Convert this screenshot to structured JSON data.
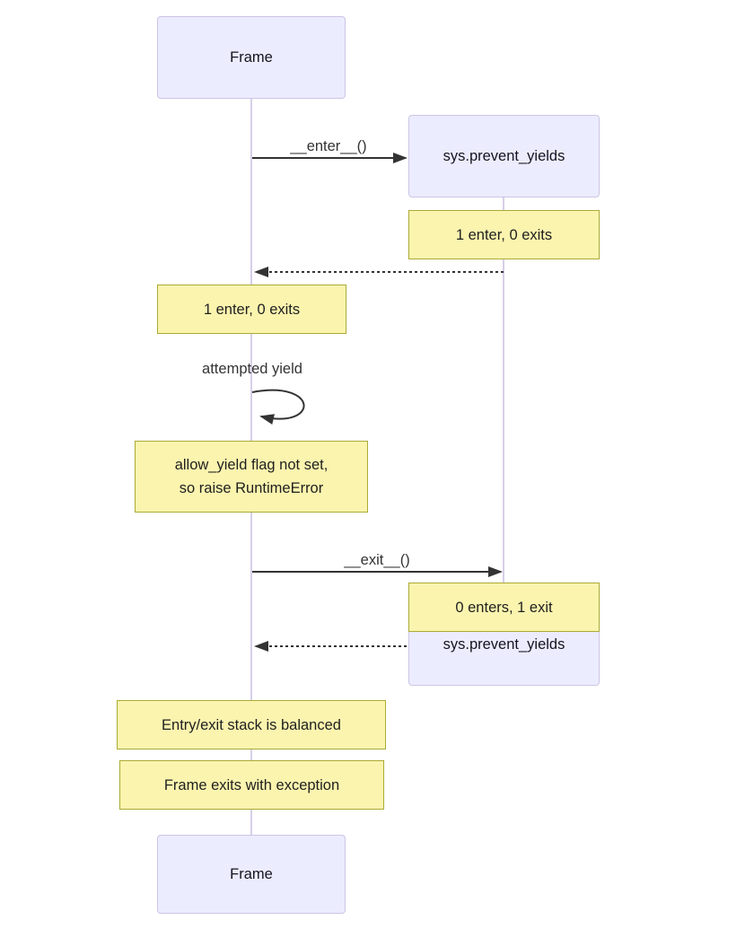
{
  "diagram": {
    "type": "sequence-diagram",
    "colors": {
      "actor_fill": "#ECECFF",
      "actor_border": "#CDC4E4",
      "note_fill": "#FBF4AF",
      "note_border": "#AAAA33",
      "arrow": "#333333",
      "lifeline": "#D7CFE8",
      "background": "#FFFFFF"
    }
  },
  "actors": {
    "frame_top": "Frame",
    "sys_top": "sys.prevent_yields",
    "sys_bottom": "sys.prevent_yields",
    "frame_bottom": "Frame"
  },
  "messages": {
    "enter": "__enter__()",
    "self_loop": "attempted yield",
    "exit": "__exit__()"
  },
  "notes": {
    "sys_enter": "1 enter, 0 exits",
    "frame_enter": "1 enter, 0 exits",
    "yield_error_line1": "allow_yield flag not set,",
    "yield_error_line2": "so raise RuntimeError",
    "sys_exit": "0 enters, 1 exit",
    "stack_balanced": "Entry/exit stack is balanced",
    "frame_exception": "Frame exits with exception"
  }
}
